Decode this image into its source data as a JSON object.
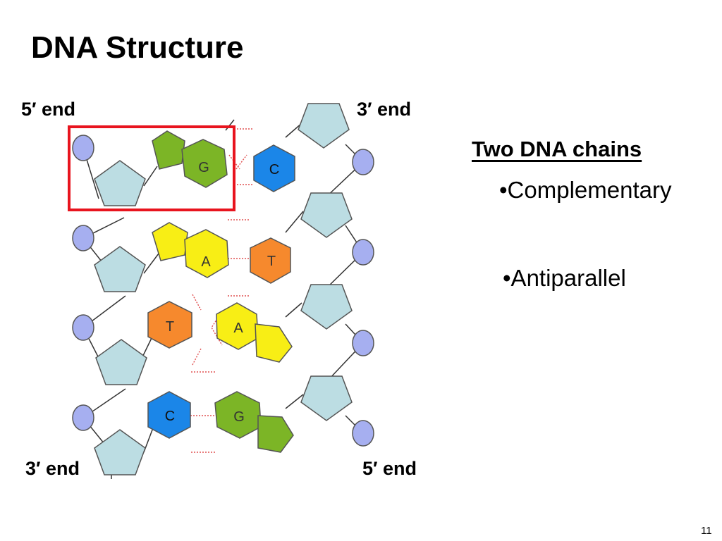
{
  "title": "DNA Structure",
  "end_labels": {
    "top_left": "5′ end",
    "top_right": "3′ end",
    "bottom_left": "3′ end",
    "bottom_right": "5′ end"
  },
  "bases": [
    "G",
    "C",
    "A",
    "T",
    "T",
    "A",
    "C",
    "G"
  ],
  "colors": {
    "guanine": "#7cb526",
    "cytosine": "#1b86e8",
    "adenine": "#f8ee15",
    "thymine": "#f6892d",
    "sugar": "#bcdde3",
    "phosphate": "#a6aff0",
    "highlight": "#e8141e"
  },
  "panel": {
    "heading": "Two DNA chains",
    "bullets": [
      "•Complementary",
      "•Antiparallel"
    ]
  },
  "page_number": "11"
}
